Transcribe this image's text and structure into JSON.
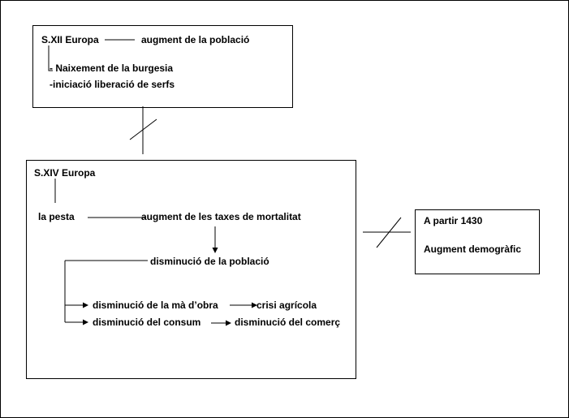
{
  "box_xii": {
    "title": "S.XII Europa",
    "result": "augment de la població",
    "item1": "- Naixement de la burgesia",
    "item2": "-iniciació liberació de serfs"
  },
  "box_xiv": {
    "title": "S.XIV Europa",
    "cause": "la pesta",
    "effect1": "augment de les taxes de mortalitat",
    "effect2": "disminució de la població",
    "effect3a": "disminució de la mà d’obra",
    "effect3b": "crisi agrícola",
    "effect4a": "disminució del consum",
    "effect4b": "disminució del comerç"
  },
  "box_1430": {
    "title": "A partir 1430",
    "text": "Augment demogràfic"
  }
}
